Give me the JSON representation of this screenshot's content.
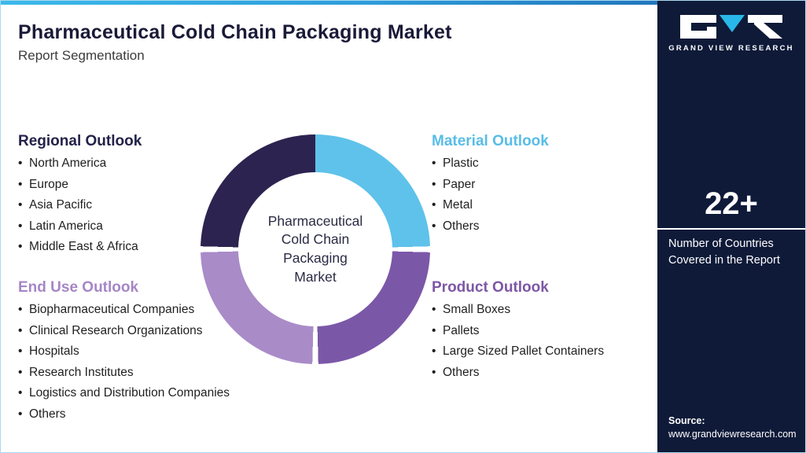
{
  "header": {
    "title": "Pharmaceutical Cold Chain Packaging Market",
    "subtitle": "Report Segmentation"
  },
  "donut": {
    "center_label": "Pharmaceutical Cold Chain Packaging Market",
    "segments": [
      {
        "name": "material-outlook",
        "position": "top-right",
        "color": "#5fc2ea"
      },
      {
        "name": "product-outlook",
        "position": "bottom-right",
        "color": "#7b57a8"
      },
      {
        "name": "end-use-outlook",
        "position": "bottom-left",
        "color": "#a98bc8"
      },
      {
        "name": "regional-outlook",
        "position": "top-left",
        "color": "#2c2350"
      }
    ]
  },
  "sections": {
    "regional": {
      "title": "Regional Outlook",
      "color": "#23224a",
      "items": [
        "North America",
        "Europe",
        "Asia Pacific",
        "Latin America",
        "Middle East & Africa"
      ]
    },
    "material": {
      "title": "Material Outlook",
      "color": "#58bde7",
      "items": [
        "Plastic",
        "Paper",
        "Metal",
        "Others"
      ]
    },
    "end_use": {
      "title": "End Use Outlook",
      "color": "#a586c5",
      "items": [
        "Biopharmaceutical Companies",
        "Clinical Research Organizations",
        "Hospitals",
        "Research Institutes",
        "Logistics and Distribution Companies",
        "Others"
      ]
    },
    "product": {
      "title": "Product Outlook",
      "color": "#7d57a5",
      "items": [
        "Small Boxes",
        "Pallets",
        "Large Sized Pallet Containers",
        "Others"
      ]
    }
  },
  "sidebar": {
    "logo_text": "GRAND VIEW RESEARCH",
    "stat_value": "22+",
    "stat_label": "Number of Countries Covered in the Report",
    "source_label": "Source:",
    "source_url": "www.grandviewresearch.com",
    "background_color": "#0e1a38",
    "logo_accent_color": "#29b7e9"
  },
  "colors": {
    "accent_bar_left": "#3cb9ea",
    "accent_bar_right": "#2176bd",
    "panel_border": "#a9d9f0"
  }
}
